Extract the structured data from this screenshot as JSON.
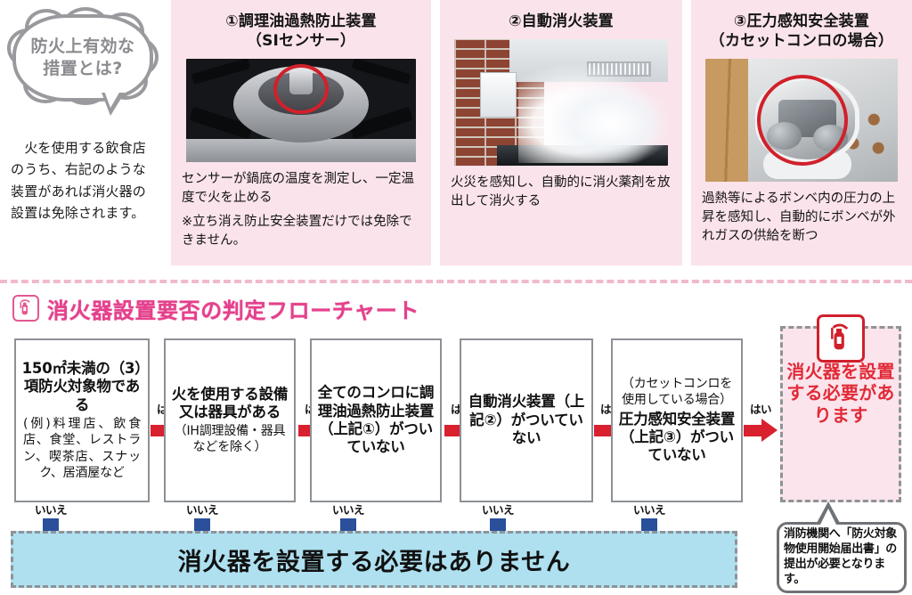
{
  "intro": {
    "bubble_line1": "防火上有効な",
    "bubble_line2": "措置とは?",
    "body": "　火を使用する飲食店のうち、右記のような装置があれば消火器の設置は免除されます。"
  },
  "cards": [
    {
      "title_line1": "①調理油過熱防止装置",
      "title_line2": "（SIセンサー）",
      "caption": "センサーが鍋底の温度を測定し、一定温度で火を止める",
      "note": "※立ち消え防止安全装置だけでは免除できません。",
      "image_name": "gas-stove-si-sensor-photo"
    },
    {
      "title_line1": "②自動消火装置",
      "title_line2": "",
      "caption": "火災を感知し、自動的に消火薬剤を放出して消火する",
      "note": "",
      "image_name": "automatic-extinguishing-discharge-photo"
    },
    {
      "title_line1": "③圧力感知安全装置",
      "title_line2": "（カセットコンロの場合）",
      "caption": "過熱等によるボンベ内の圧力の上昇を感知し、自動的にボンベが外れガスの供給を断つ",
      "note": "",
      "image_name": "cassette-stove-pressure-sensor-photo"
    }
  ],
  "flow": {
    "title": "消火器設置要否の判定フローチャート",
    "title_icon": "fire-extinguisher-icon",
    "yes_label": "はい",
    "no_label": "いいえ",
    "boxes": [
      {
        "strong": "150㎡未満の（3）項防火対象物である",
        "normal": "(例)料理店、飲食店、食堂、レストラン、喫茶店、スナック、居酒屋など",
        "normal_first": ""
      },
      {
        "strong": "火を使用する設備又は器具がある",
        "normal": "（IH調理設備・器具などを除く）",
        "normal_first": ""
      },
      {
        "strong": "全てのコンロに調理油過熱防止装置（上記①）がついていない",
        "normal": "",
        "normal_first": ""
      },
      {
        "strong": "自動消火装置（上記②）がついていない",
        "normal": "",
        "normal_first": ""
      },
      {
        "strong": "圧力感知安全装置（上記③）がついていない",
        "normal": "",
        "normal_first": "（カセットコンロを使用している場合）"
      }
    ],
    "result": {
      "text": "消火器を設置する必要があります",
      "icon": "fire-extinguisher-icon"
    },
    "no_result": "消火器を設置する必要はありません",
    "callout": "消防機関へ「防火対象物使用開始届出書」の提出が必要となります。"
  },
  "colors": {
    "card_bg": "#fae3ea",
    "flow_title": "#e4418c",
    "yes_arrow": "#d8202e",
    "no_arrow": "#2a4f9b",
    "blue_bar": "#aee0f0",
    "result_text": "#e12a37",
    "bubble_gray": "#9a9a9e"
  }
}
